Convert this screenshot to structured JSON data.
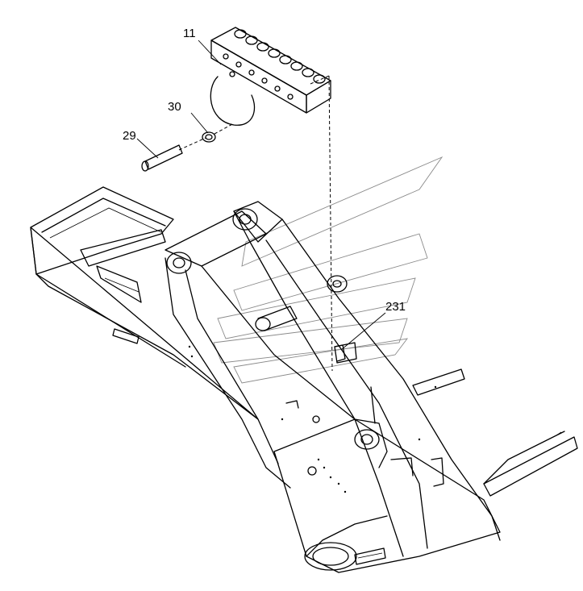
{
  "callouts": {
    "part_11": "11",
    "part_30": "30",
    "part_29": "29",
    "part_231": "231"
  },
  "colors": {
    "line": "#000000",
    "watermark": "#8a8a8a",
    "background": "#ffffff"
  }
}
